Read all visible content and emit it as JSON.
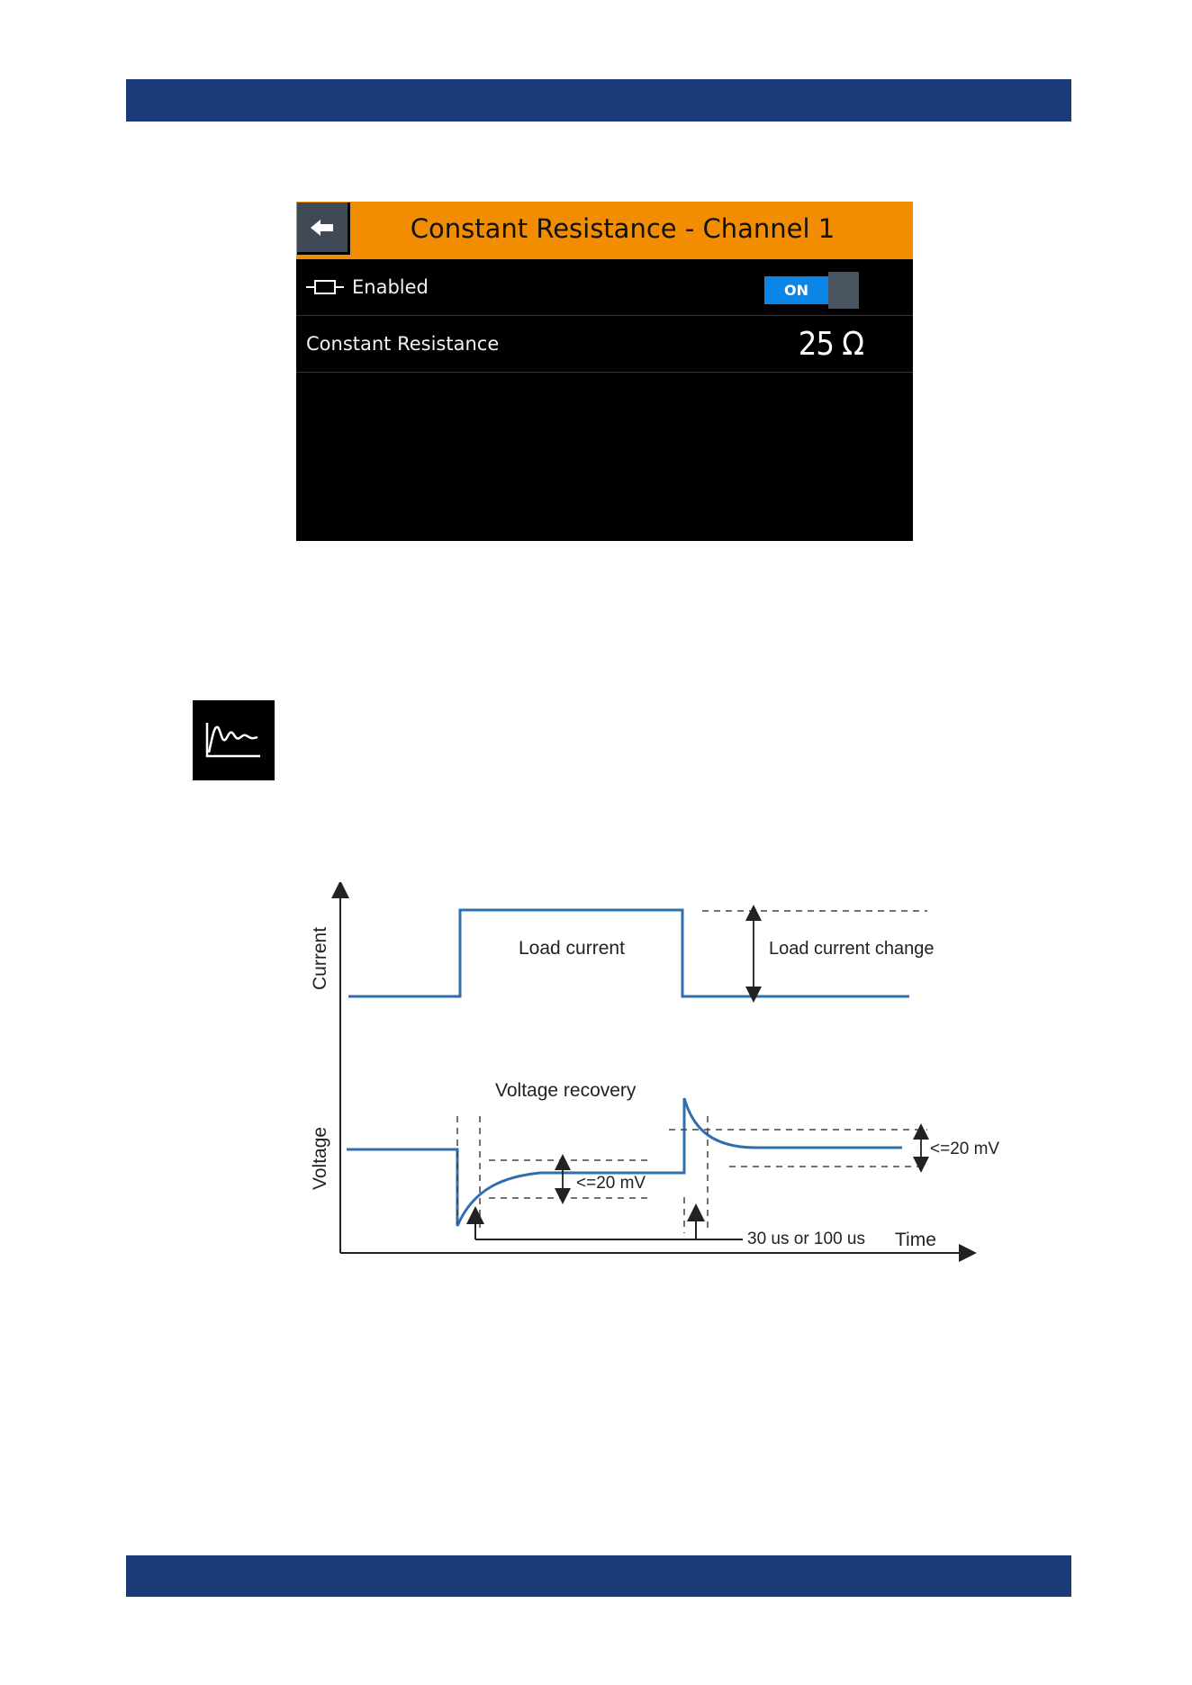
{
  "screen": {
    "title": "Constant Resistance - Channel 1",
    "enabled_label": "Enabled",
    "toggle_label": "ON",
    "resistance_label": "Constant Resistance",
    "resistance_value": "25 Ω"
  },
  "icons": {
    "back": "arrow-left-icon",
    "plug": "plug-icon",
    "wave": "transient-response-icon"
  },
  "colors": {
    "band": "#1a3a78",
    "header": "#f28c00",
    "toggle_on": "#0a86e8",
    "trace": "#2f6fb0"
  },
  "diagram": {
    "ylabel_current": "Current",
    "ylabel_voltage": "Voltage",
    "xlabel": "Time",
    "load_current": "Load current",
    "load_current_change": "Load current change",
    "voltage_recovery": "Voltage recovery",
    "tol_1": "<=20 mV",
    "tol_2": "<=20 mV",
    "recovery_time": "30 us or 100 us"
  }
}
